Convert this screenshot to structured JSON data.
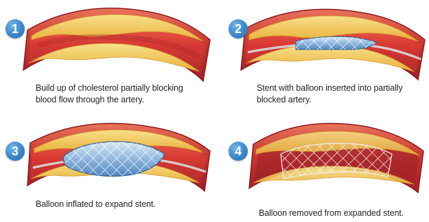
{
  "steps": [
    {
      "number": "1",
      "caption_lines": [
        "Build up of cholesterol partially blocking",
        "blood flow through the artery."
      ]
    },
    {
      "number": "2",
      "caption_lines": [
        "Stent with balloon inserted into partially",
        "blocked artery."
      ]
    },
    {
      "number": "3",
      "caption_lines": [
        "Balloon inflated to expand stent."
      ]
    },
    {
      "number": "4",
      "caption_lines": [
        "Balloon removed from expanded stent."
      ]
    }
  ],
  "colors": {
    "badge": "#3a86c8",
    "artery_wall": "#c1272d",
    "artery_lumen": "#e2463a",
    "plaque": "#f2c94c",
    "stent": "#a9c8e6"
  },
  "icons": {
    "badge": "numbered-circle",
    "artery": "artery-cross-section",
    "stent": "mesh-stent",
    "catheter": "guide-wire"
  }
}
